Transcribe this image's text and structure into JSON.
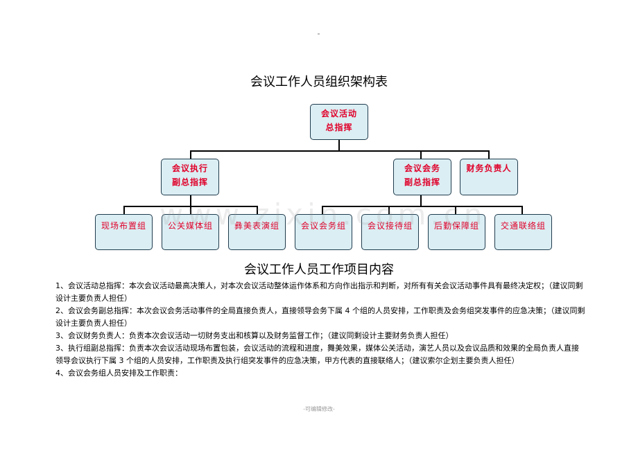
{
  "title": "会议工作人员组织架构表",
  "org": {
    "top": [
      "会议活动",
      "总指挥"
    ],
    "level2": [
      {
        "key": "exec",
        "lines": [
          "会议执行",
          "副总指挥"
        ]
      },
      {
        "key": "affairs",
        "lines": [
          "会议会务",
          "副总指挥"
        ]
      },
      {
        "key": "finance",
        "lines": [
          "财务负责人"
        ]
      }
    ],
    "level3": [
      "现场布置组",
      "公关媒体组",
      "彝美表演组",
      "会议会务组",
      "会议接待组",
      "后勤保障组",
      "交通联络组"
    ]
  },
  "watermark": "www.zixin.com.cn",
  "section_title": "会议工作人员工作项目内容",
  "items": [
    "1、会议活动总指挥：本次会议活动最高决策人，对本次会议活动整体运作体系和方向作出指示和判断，对所有有关会议活动事件具有最终决定权；（建议同剩设计主要负责人担任）",
    "2、会议会务副总指挥：本次会议会务活动事件的全局直接负责人，直接领导会务下属 4 个组的人员安排，工作职责及会务组突发事件的应急决策；（建议同剩设计主要负责人担任）",
    "3、会议财务负责人：负责本次会议活动一切财务支出和核算以及财务监督工作；（建议同剩设计主要财务负责人担任）",
    "3、执行组副总指挥：负责本次会议活动现场布置包装，会议活动的流程和进度，舞美效果，媒体公关活动，演艺人员以及会议品质和效果的全局负责人直接领导会议执行下属 3 个组的人员安排，工作职责及执行组突发事件的应急决策，甲方代表的直接联络人；（建议索尔企划主要负责人担任）",
    "4、会议会务组人员安排及工作职责："
  ],
  "footer": "-可编辑修改-"
}
